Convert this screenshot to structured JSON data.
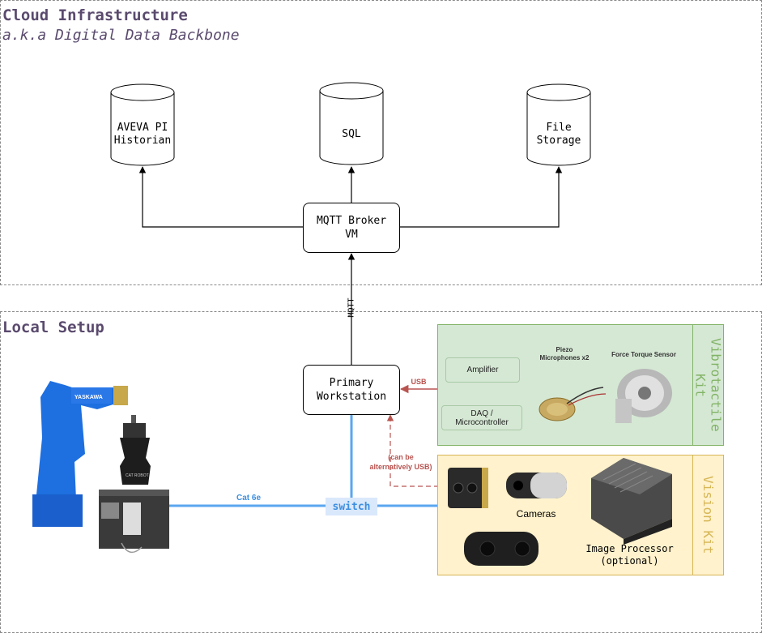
{
  "cloud": {
    "title": "Cloud Infrastructure",
    "subtitle": "a.k.a Digital Data Backbone",
    "databases": [
      {
        "label": "AVEVA PI\nHistorian"
      },
      {
        "label": "SQL"
      },
      {
        "label": "File\nStorage"
      }
    ],
    "broker": "MQTT Broker\nVM"
  },
  "connection_label": "MQTT",
  "local": {
    "title": "Local Setup",
    "workstation": "Primary\nWorkstation",
    "switch": "switch",
    "cable_label": "Cat 6e",
    "usb_label": "USB",
    "alt_usb_label": "(can be\nalternatively USB)"
  },
  "vibro_kit": {
    "title": "Vibrotactile\nKit",
    "amplifier": "Amplifier",
    "daq": "DAQ /\nMicrocontroller",
    "piezo": "Piezo\nMicrophones x2",
    "force": "Force Torque Sensor"
  },
  "vision_kit": {
    "title": "Vision Kit",
    "cameras": "Cameras",
    "processor": "Image Processor\n(optional)"
  },
  "colors": {
    "title": "#5a4a6e",
    "green_fill": "#d5e8d4",
    "yellow_fill": "#fff2cc",
    "blue_line": "#5aa6f0",
    "red_line": "#b85450"
  }
}
